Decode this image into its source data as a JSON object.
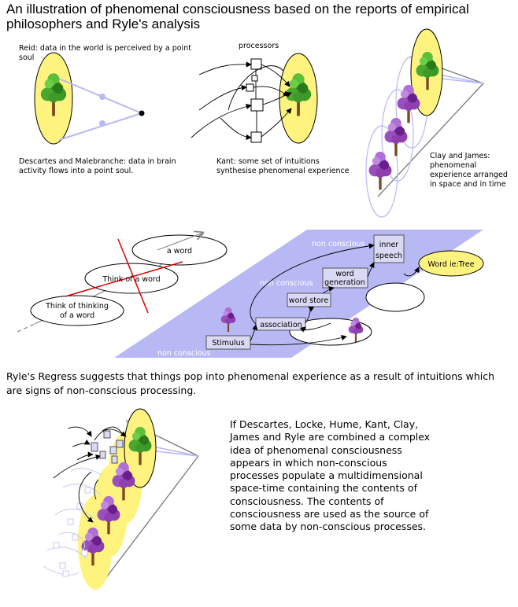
{
  "title": "An illustration of phenomenal consciousness based on the reports of empirical philosophers and Ryle's analysis",
  "panel_reid": {
    "caption_reid": "Reid: data in the world is perceived by a point soul",
    "caption_descartes": "Descartes and Malebranche: data in brain activity flows into a point soul."
  },
  "panel_kant": {
    "label_processors": "processors",
    "caption": "Kant: some set of intuitions synthesise phenomenal experience"
  },
  "panel_clay": {
    "caption": "Clay and James: phenomenal experience arranged in space and in time"
  },
  "regress": {
    "bubbles": [
      "a word",
      "Think of a word",
      "Think of thinking of a word"
    ]
  },
  "flow": {
    "label_nonconscious": "non conscious",
    "boxes": [
      "inner speech",
      "word generation",
      "word store",
      "association",
      "Stimulus"
    ],
    "output": "Word ie:Tree"
  },
  "ryle_text": "Ryle's Regress suggests that things pop into phenomenal experience as a result of intuitions which are signs of non-conscious processing.",
  "final_text": "If Descartes, Locke, Hume, Kant, Clay, James and Ryle are combined a complex idea of phenomenal consciousness appears in which non-conscious processes populate a multidimensional space-time containing the contents of consciousness. The contents of consciousness are used as the source of some data by non-conscious processes.",
  "colors": {
    "yellow": "#fff380",
    "lavender": "#b8b8f5",
    "box_fill": "#d9d9f5",
    "tree_green": "#3f9a2a",
    "tree_purple": "#8f3fae",
    "red": "#dd0000"
  }
}
